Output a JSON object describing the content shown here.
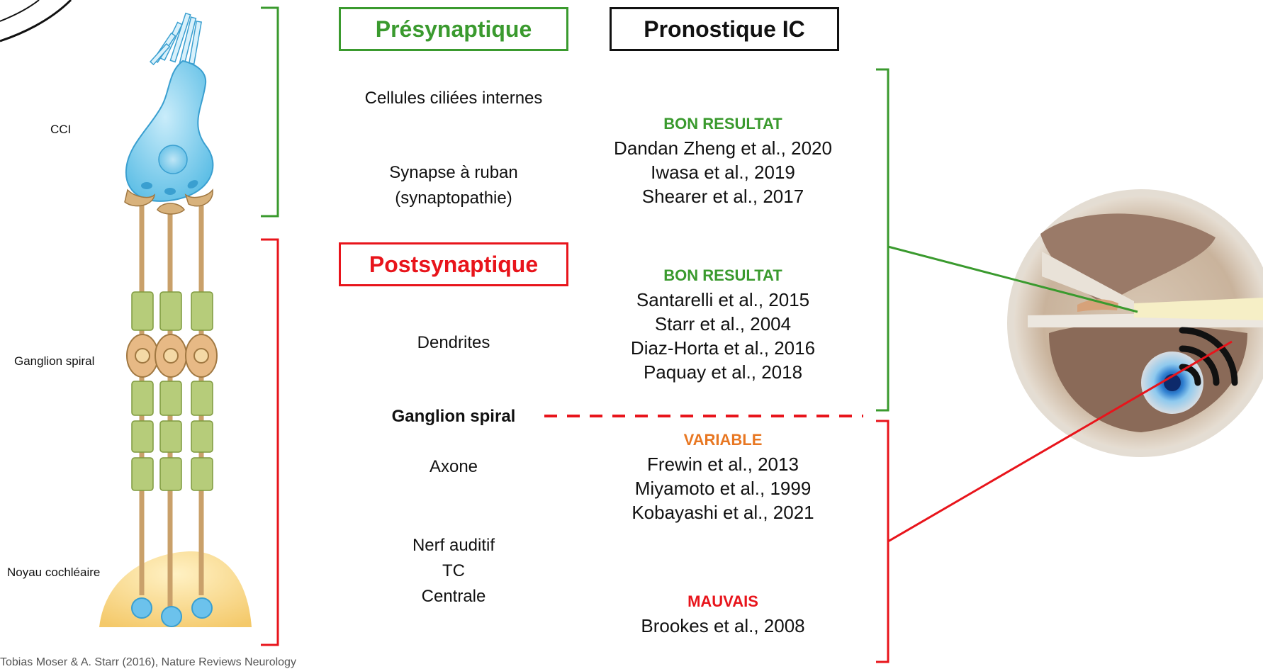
{
  "colors": {
    "green": "#3a9a2e",
    "red": "#e8141b",
    "orange": "#e87722",
    "black": "#111111"
  },
  "left_labels": {
    "cci": "CCI",
    "ganglion": "Ganglion spiral",
    "noyau": "Noyau cochléaire"
  },
  "caption": "Tobias Moser & A. Starr (2016), Nature Reviews Neurology",
  "headers": {
    "presynaptique": "Présynaptique",
    "pronostique": "Pronostique IC",
    "postsynaptique": "Postsynaptique"
  },
  "middle": {
    "cellules": "Cellules ciliées internes",
    "synapse_1": "Synapse à ruban",
    "synapse_2": "(synaptopathie)",
    "dendrites": "Dendrites",
    "ganglion": "Ganglion spiral",
    "axone": "Axone",
    "nerf": "Nerf auditif",
    "tc": "TC",
    "centrale": "Centrale"
  },
  "groups": [
    {
      "heading": "BON RESULTAT",
      "refs": [
        "Dandan Zheng et al., 2020",
        "Iwasa et al., 2019",
        "Shearer et al., 2017"
      ]
    },
    {
      "heading": "BON RESULTAT",
      "refs": [
        "Santarelli et al., 2015",
        "Starr et al., 2004",
        "Diaz-Horta et al., 2016",
        "Paquay et al., 2018"
      ]
    },
    {
      "heading": "VARIABLE",
      "refs": [
        "Frewin et al., 2013",
        "Miyamoto et al., 1999",
        "Kobayashi et al., 2021"
      ]
    },
    {
      "heading": "MAUVAIS",
      "refs": [
        "Brookes et al., 2008"
      ]
    }
  ]
}
